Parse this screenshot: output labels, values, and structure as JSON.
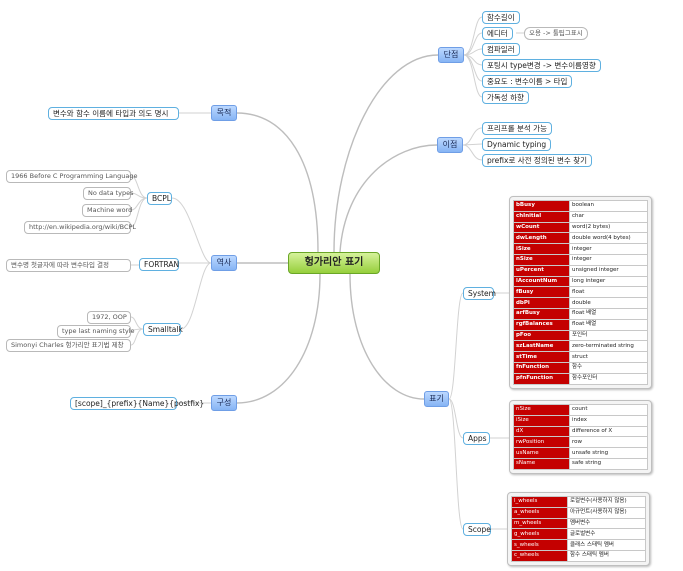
{
  "central": "헝가리안 표기",
  "branches": {
    "danjeom": {
      "label": "단점",
      "items": [
        "함수길이",
        "에디터",
        "컴파일러",
        "포팅시 type변경 -> 변수이름영향",
        "중요도 : 변수이름 > 타입",
        "가독성 하향"
      ],
      "editor_note": "오용 -> 툴팁그표시"
    },
    "ijeom": {
      "label": "이점",
      "items": [
        "프리프롤 분석 가능",
        "Dynamic typing",
        "prefix로 사전 정의된 변수 찾기"
      ]
    },
    "mokjeok": {
      "label": "목적",
      "items": [
        "변수와 함수 이름에 타입과 의도 명시"
      ]
    },
    "yeoksa": {
      "label": "역사",
      "bcpl": {
        "label": "BCPL",
        "items": [
          "1966 Before C Programming Language",
          "No data types",
          "Machine word",
          "http://en.wikipedia.org/wiki/BCPL"
        ]
      },
      "fortran": {
        "label": "FORTRAN",
        "items": [
          "변수명 첫글자에 따라 변수타입 결정"
        ]
      },
      "smalltalk": {
        "label": "Smalltalk",
        "items": [
          "1972, OOP",
          "type last naming style",
          "Simonyi Charles 헝가리안 표기법 제창"
        ]
      }
    },
    "guseong": {
      "label": "구성",
      "items": [
        "[scope]_{prefix}{Name}{postfix}"
      ]
    },
    "pyogi": {
      "label": "표기",
      "system": {
        "label": "System",
        "rows": [
          [
            "bBusy",
            "boolean"
          ],
          [
            "chInitial",
            "char"
          ],
          [
            "wCount",
            "word(2 bytes)"
          ],
          [
            "dwLength",
            "double word(4 bytes)"
          ],
          [
            "iSize",
            "integer"
          ],
          [
            "nSize",
            "integer"
          ],
          [
            "uPercent",
            "unsigned integer"
          ],
          [
            "lAccountNum",
            "long integer"
          ],
          [
            "fBusy",
            "float"
          ],
          [
            "dbPi",
            "double"
          ],
          [
            "arfBusy",
            "float 배열"
          ],
          [
            "rgfBalances",
            "float 배열"
          ],
          [
            "pFoo",
            "포인터"
          ],
          [
            "szLastName",
            "zero-terminated string"
          ],
          [
            "stTime",
            "struct"
          ],
          [
            "fnFunction",
            "함수"
          ],
          [
            "pfnFunction",
            "함수포인터"
          ]
        ]
      },
      "apps": {
        "label": "Apps",
        "rows": [
          [
            "nSize",
            "count"
          ],
          [
            "iSize",
            "index"
          ],
          [
            "dX",
            "difference of X"
          ],
          [
            "rwPosition",
            "row"
          ],
          [
            "usName",
            "unsafe string"
          ],
          [
            "sName",
            "safe string"
          ]
        ]
      },
      "scope": {
        "label": "Scope",
        "rows": [
          [
            "l_wheels",
            "로컬변수(사용하지 않음)"
          ],
          [
            "a_wheels",
            "아규먼트(사용하지 않음)"
          ],
          [
            "m_wheels",
            "멤버변수"
          ],
          [
            "g_wheels",
            "글로벌변수"
          ],
          [
            "s_wheels",
            "클래스 스태틱 멤버"
          ],
          [
            "c_wheels",
            "함수 스태틱 멤버"
          ]
        ]
      }
    }
  }
}
